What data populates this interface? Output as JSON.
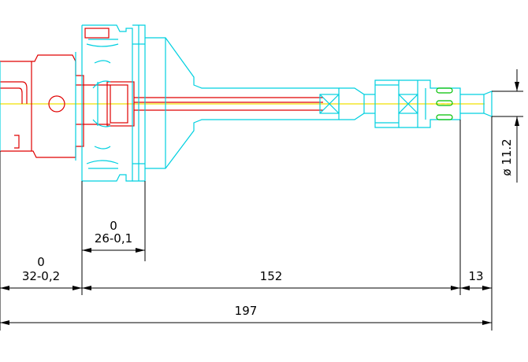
{
  "colors": {
    "outline": "#00d0e0",
    "detail": "#e00000",
    "centerline": "#f0e000",
    "coolant": "#00c000",
    "dimension": "#000000",
    "background": "#ffffff"
  },
  "dimensions": {
    "flange_tol_top": "0",
    "flange_width": "26-0,1",
    "gauge_tol_top": "0",
    "gauge_length": "32-0,2",
    "shank_length": "152",
    "tip_length": "13",
    "overall_length": "197",
    "tip_diameter": "ø 11.2"
  }
}
